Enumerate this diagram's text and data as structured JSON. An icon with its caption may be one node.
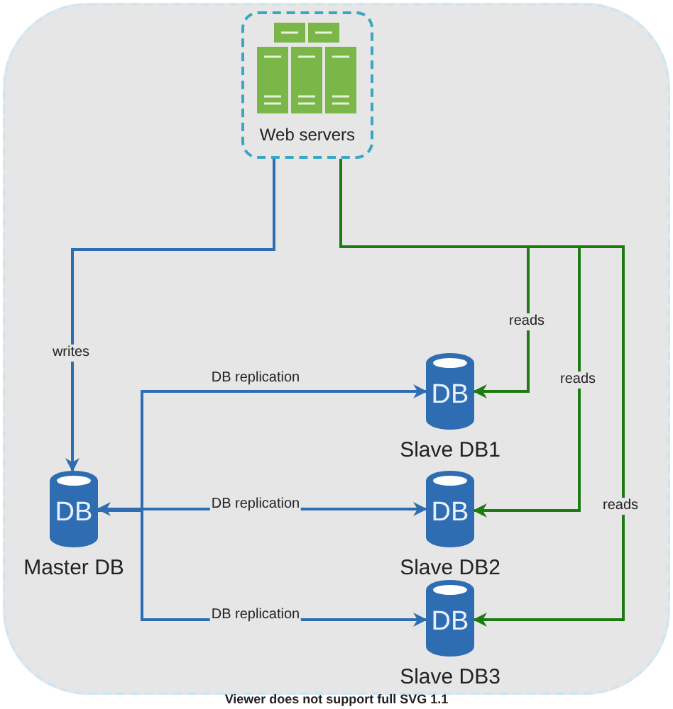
{
  "diagram": {
    "nodes": [
      {
        "text": [
          "Web servers"
        ]
      },
      {
        "text": [
          "DB"
        ],
        "beside": [
          "Master DB"
        ]
      },
      {
        "text": [
          "DB"
        ],
        "beside": [
          "Slave DB1"
        ]
      },
      {
        "text": [
          "DB"
        ],
        "beside": [
          "Slave DB2"
        ]
      },
      {
        "text": [
          "DB"
        ],
        "beside": [
          "Slave DB3"
        ]
      }
    ],
    "edges": [
      {
        "from": 0,
        "to": 1,
        "arrow": "to",
        "label": "writes"
      },
      {
        "from": 0,
        "to": 2,
        "arrow": "to",
        "label": "reads",
        "color": "#1e7a12"
      },
      {
        "from": 0,
        "to": 3,
        "arrow": "to",
        "label": "reads",
        "color": "#1e7a12"
      },
      {
        "from": 0,
        "to": 4,
        "arrow": "to",
        "label": "reads",
        "color": "#1e7a12"
      },
      {
        "from": 1,
        "to": 2,
        "arrow": "to",
        "label": "DB replication"
      },
      {
        "from": 1,
        "to": 3,
        "arrow": "both",
        "label": "DB replication"
      },
      {
        "from": 1,
        "to": 4,
        "arrow": "to",
        "label": "DB replication"
      }
    ],
    "labels": [
      "Viewer does not support full SVG 1.1"
    ]
  }
}
